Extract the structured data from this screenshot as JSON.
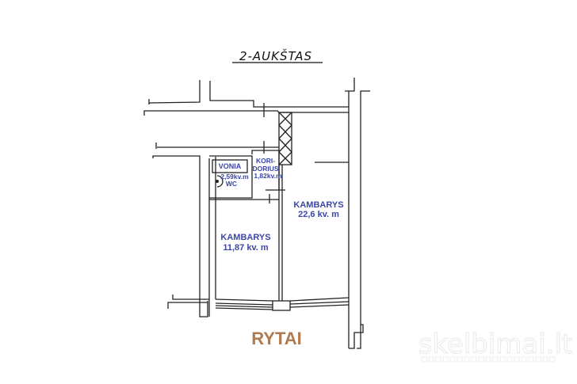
{
  "plan": {
    "title": "2-AUKŠTAS",
    "rooms": [
      {
        "name": "VONIA"
      },
      {
        "name_line1": "KORI-",
        "name_line2": "DORIUS",
        "area": "1,82kv.m"
      },
      {
        "area": "2,59kv.m",
        "name": "WC"
      },
      {
        "name": "KAMBARYS",
        "area": "11,87 kv. m"
      },
      {
        "name": "KAMBARYS",
        "area": "22,6 kv. m"
      }
    ],
    "orientation": "RYTAI",
    "orientation_color": "#b07a50",
    "label_color": "#3b46a8"
  },
  "watermark": "skelbimai.lt"
}
